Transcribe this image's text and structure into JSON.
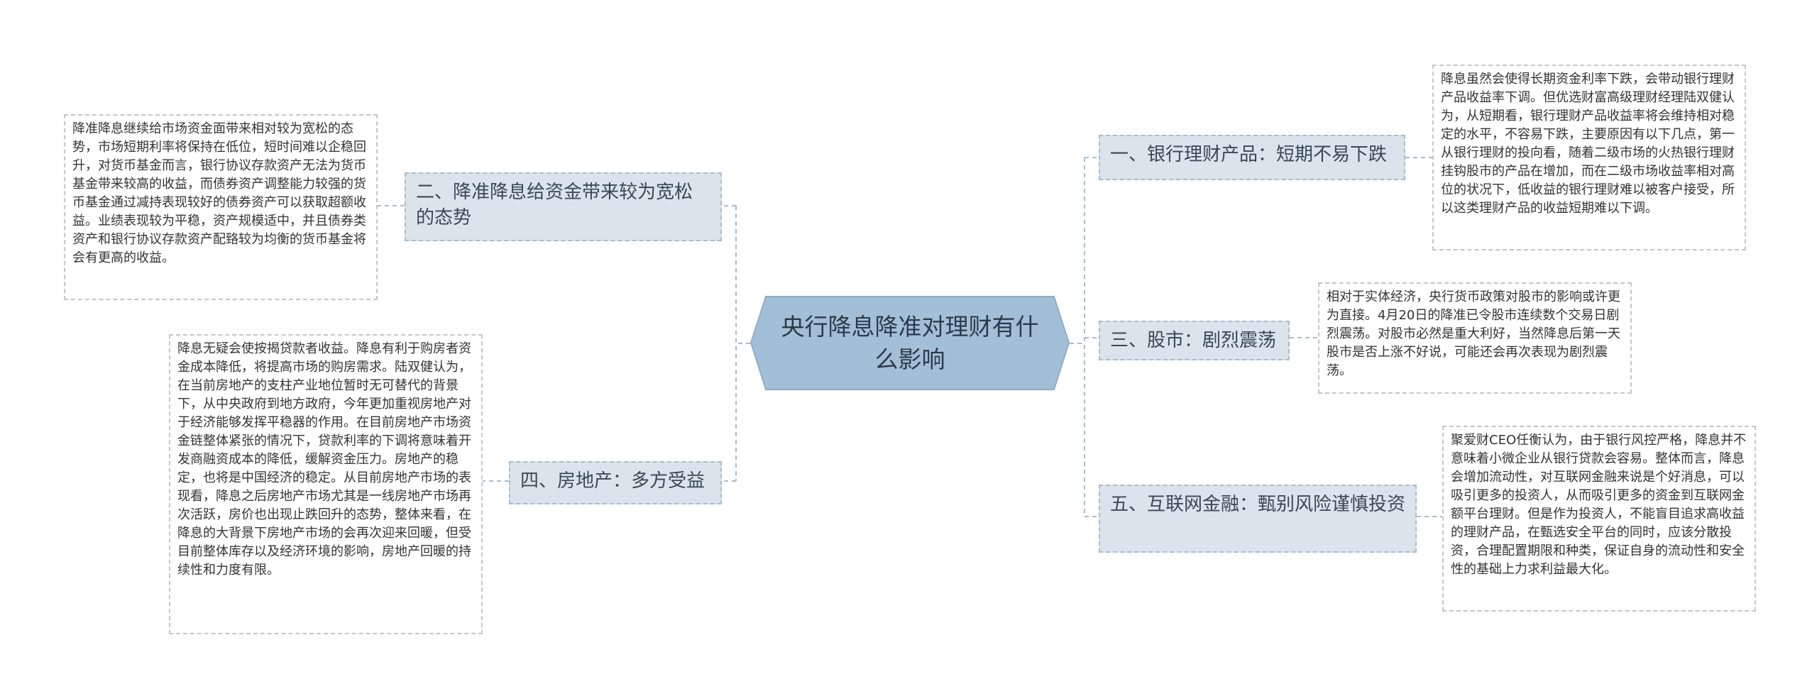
{
  "center": {
    "title": "央行降息降准对理财有什么影响"
  },
  "branches": [
    {
      "id": "b1",
      "title": "一、银行理财产品：短期不易下跌",
      "note": "降息虽然会使得长期资金利率下跌，会带动银行理财产品收益率下调。但优选财富高级理财经理陆双健认为，从短期看，银行理财产品收益率将会维持相对稳定的水平，不容易下跌，主要原因有以下几点，第一从银行理财的投向看，随着二级市场的火热银行理财挂钩股市的产品在增加，而在二级市场收益率相对高位的状况下，低收益的银行理财难以被客户接受，所以这类理财产品的收益短期难以下调。"
    },
    {
      "id": "b2",
      "title": "二、降准降息给资金带来较为宽松的态势",
      "note": "降准降息继续给市场资金面带来相对较为宽松的态势，市场短期利率将保持在低位，短时间难以企稳回升，对货币基金而言，银行协议存款资产无法为货币基金带来较高的收益，而债券资产调整能力较强的货币基金通过减持表现较好的债券资产可以获取超额收益。业绩表现较为平稳，资产规模适中，并且债券类资产和银行协议存款资产配臵较为均衡的货币基金将会有更高的收益。"
    },
    {
      "id": "b3",
      "title": "三、股市：剧烈震荡",
      "note": "相对于实体经济，央行货币政策对股市的影响或许更为直接。4月20日的降准已令股市连续数个交易日剧烈震荡。对股市必然是重大利好，当然降息后第一天股市是否上涨不好说，可能还会再次表现为剧烈震荡。"
    },
    {
      "id": "b4",
      "title": "四、房地产：多方受益",
      "note": "降息无疑会使按揭贷款者收益。降息有利于购房者资金成本降低，将提高市场的购房需求。陆双健认为，在当前房地产的支柱产业地位暂时无可替代的背景下，从中央政府到地方政府，今年更加重视房地产对于经济能够发挥平稳器的作用。在目前房地产市场资金链整体紧张的情况下，贷款利率的下调将意味着开发商融资成本的降低，缓解资金压力。房地产的稳定，也将是中国经济的稳定。从目前房地产市场的表现看，降息之后房地产市场尤其是一线房地产市场再次活跃，房价也出现止跌回升的态势，整体来看，在降息的大背景下房地产市场的会再次迎来回暖，但受目前整体库存以及经济环境的影响，房地产回暖的持续性和力度有限。"
    },
    {
      "id": "b5",
      "title": "五、互联网金融：甄别风险谨慎投资",
      "note": "聚爱财CEO任衡认为，由于银行风控严格，降息并不意味着小微企业从银行贷款会容易。整体而言，降息会增加流动性，对互联网金融来说是个好消息，可以吸引更多的投资人，从而吸引更多的资金到互联网金额平台理财。但是作为投资人，不能盲目追求高收益的理财产品，在甄选安全平台的同时，应该分散投资，合理配置期限和种类，保证自身的流动性和安全性的基础上力求利益最大化。"
    }
  ],
  "colors": {
    "center_fill": "#a3bfd7",
    "center_stroke": "#8eadc7",
    "topic_fill": "#dbe4ec",
    "topic_border": "#a9bccb",
    "note_border": "#c6c6c6",
    "connector": "#a9bccb"
  }
}
